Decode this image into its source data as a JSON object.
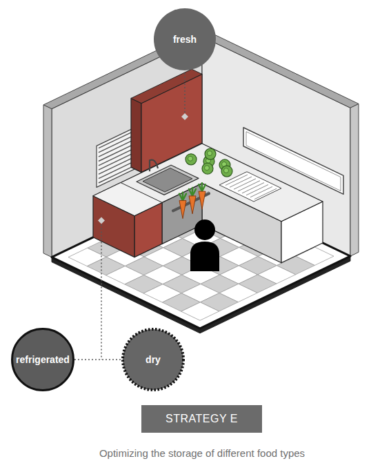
{
  "diagram": {
    "caption": "Optimizing the storage of different food types",
    "nodes": [
      {
        "text": [
          "fresh"
        ]
      },
      {
        "text": [
          "refrigerated"
        ]
      },
      {
        "text": [
          "dry"
        ]
      },
      {
        "text": [
          "STRATEGY E"
        ]
      }
    ],
    "edges": [
      {
        "from": 1,
        "to": 2,
        "arrow": "none"
      }
    ]
  }
}
